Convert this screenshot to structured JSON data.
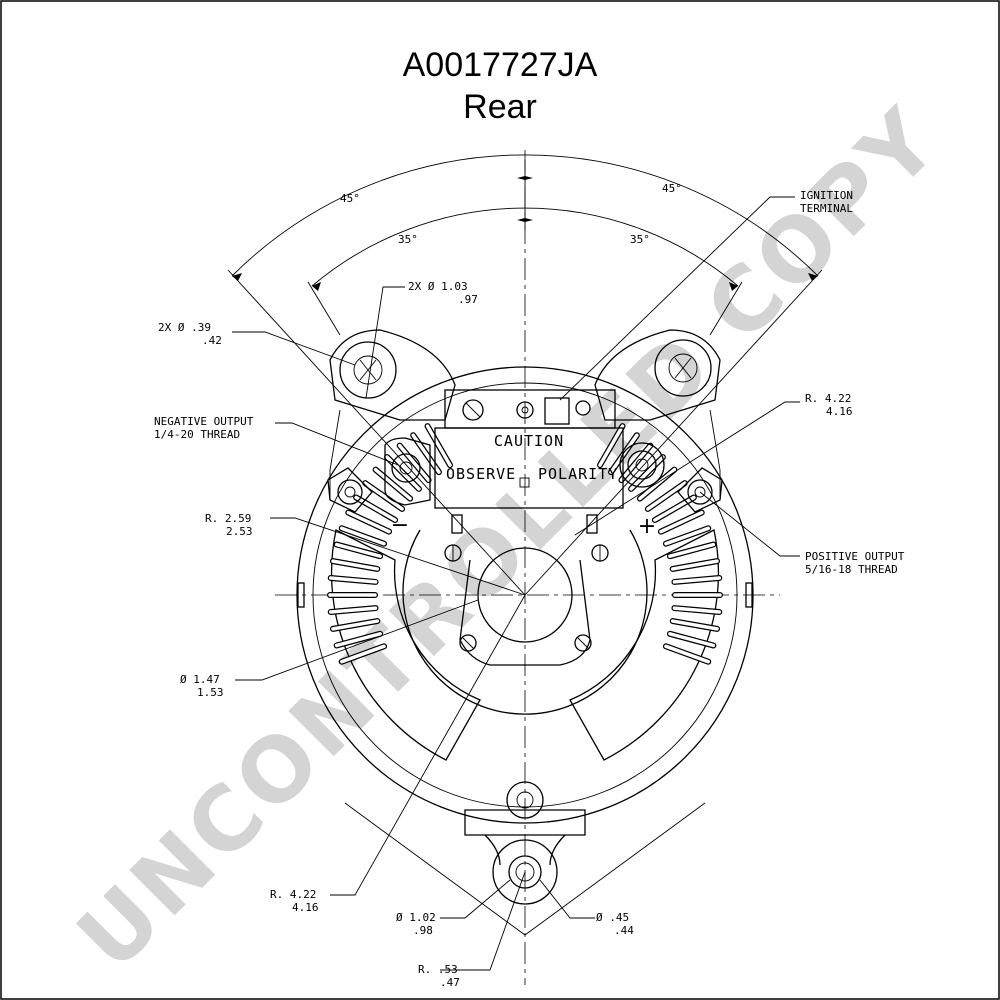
{
  "drawing": {
    "part_number": "A0017727JA",
    "view": "Rear",
    "watermark": "UNCONTROLLED COPY"
  },
  "angles": {
    "outer_left": "45°",
    "outer_right": "45°",
    "inner_left": "35°",
    "inner_right": "35°"
  },
  "callouts": {
    "ignition_terminal": [
      "IGNITION",
      "TERMINAL"
    ],
    "mount_hole": [
      "2X Ø 1.03",
      ".97"
    ],
    "small_hole": [
      "2X Ø .39",
      ".42"
    ],
    "negative_output": [
      "NEGATIVE OUTPUT",
      "1/4-20 THREAD"
    ],
    "radius_upper": [
      "R. 4.22",
      "4.16"
    ],
    "radius_inner": [
      "R. 2.59",
      "2.53"
    ],
    "positive_output": [
      "POSITIVE OUTPUT",
      "5/16-18 THREAD"
    ],
    "hub_diameter": [
      "Ø 1.47",
      "1.53"
    ],
    "radius_lower": [
      "R. 4.22",
      "4.16"
    ],
    "bottom_hole": [
      "Ø 1.02",
      ".98"
    ],
    "bottom_stud": [
      "Ø .45",
      ".44"
    ],
    "bottom_radius": [
      "R. .53",
      ".47"
    ]
  },
  "label_plate": {
    "line1": "CAUTION",
    "line2_left": "OBSERVE",
    "line2_right": "POLARITY"
  },
  "polarity_marks": {
    "negative": "−",
    "positive": "+"
  }
}
